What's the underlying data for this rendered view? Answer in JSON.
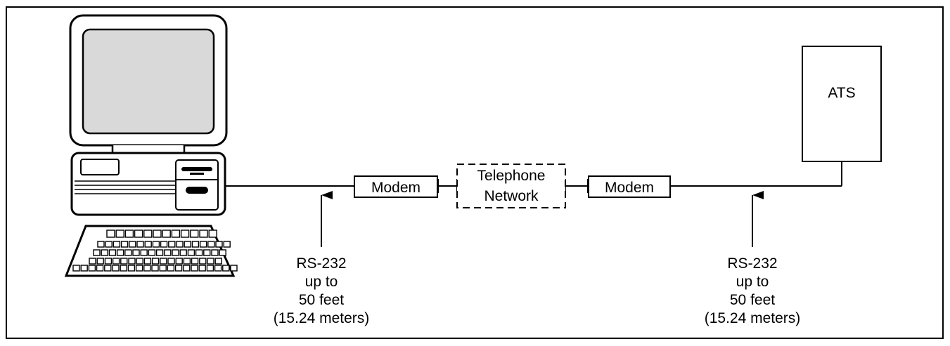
{
  "diagram": {
    "modem_left_label": "Modem",
    "modem_right_label": "Modem",
    "telephone_network_line1": "Telephone",
    "telephone_network_line2": "Network",
    "ats_label": "ATS",
    "rs232_left": {
      "line1": "RS-232",
      "line2": "up to",
      "line3": "50 feet",
      "line4": "(15.24 meters)"
    },
    "rs232_right": {
      "line1": "RS-232",
      "line2": "up to",
      "line3": "50 feet",
      "line4": "(15.24 meters)"
    }
  },
  "icons": {
    "computer": "desktop-computer-icon",
    "keyboard": "keyboard-icon"
  },
  "colors": {
    "stroke": "#000000",
    "screen": "#d9d9d9",
    "background": "#ffffff"
  }
}
